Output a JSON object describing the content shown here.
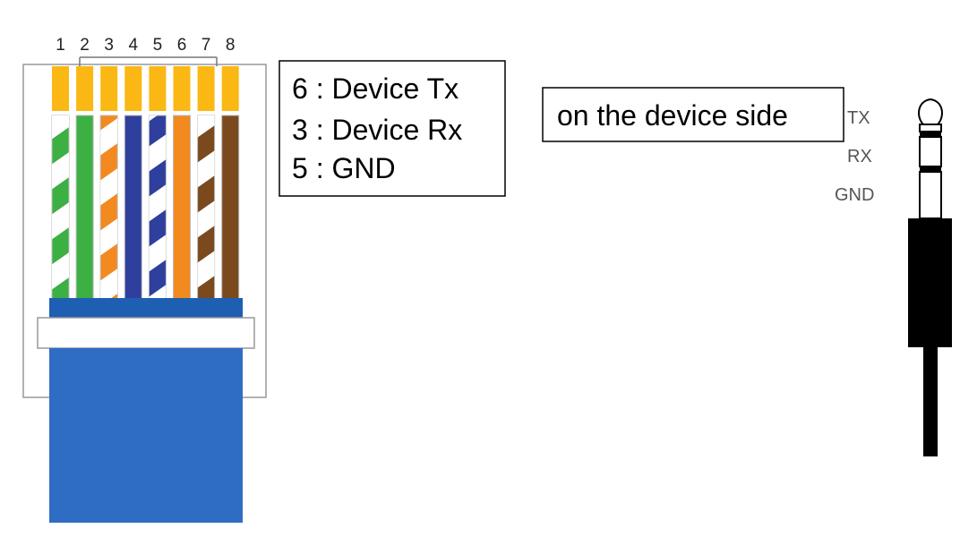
{
  "pins": {
    "numbers": [
      "1",
      "2",
      "3",
      "4",
      "5",
      "6",
      "7",
      "8"
    ],
    "wires": [
      {
        "color": "#3cb043",
        "striped": true
      },
      {
        "color": "#3cb043",
        "striped": false
      },
      {
        "color": "#f28a20",
        "striped": true
      },
      {
        "color": "#2e3f9e",
        "striped": false
      },
      {
        "color": "#2e3f9e",
        "striped": true
      },
      {
        "color": "#f28a20",
        "striped": false
      },
      {
        "color": "#7a4a1e",
        "striped": true
      },
      {
        "color": "#7a4a1e",
        "striped": false
      }
    ],
    "contact_color": "#fbb814"
  },
  "connector": {
    "boot_color": "#2f6cc4",
    "boot_dark_color": "#1f5fb3",
    "outline_color": "#999999"
  },
  "mapping_box": {
    "lines": [
      "6 : Device Tx",
      "3 : Device Rx",
      "5 : GND"
    ]
  },
  "device_side_box": {
    "label": "on the device side"
  },
  "jack": {
    "labels": {
      "tx": "TX",
      "rx": "RX",
      "gnd": "GND"
    },
    "body_color": "#000000"
  }
}
